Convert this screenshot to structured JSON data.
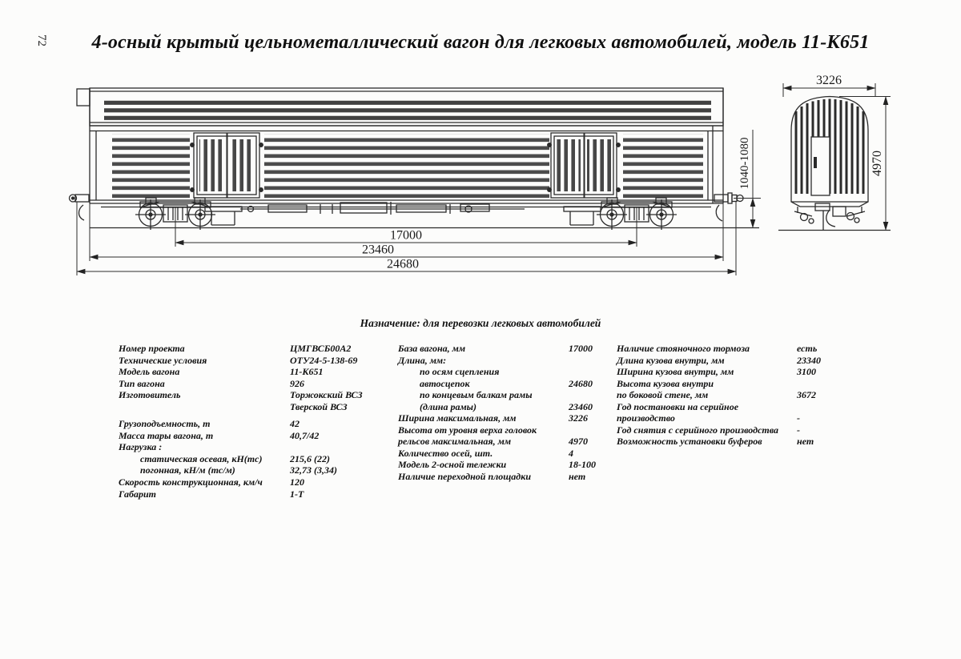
{
  "page": {
    "number": "72"
  },
  "header": {
    "title": "4-осный крытый цельнометаллический вагон для легковых автомобилей, модель 11-К651"
  },
  "purpose": "Назначение: для перевозки легковых автомобилей",
  "drawing": {
    "dimensions": {
      "bogie_base_mm": "17000",
      "frame_length_mm": "23460",
      "length_over_couplers_mm": "24680",
      "coupler_axis_height_mm": "1040-1080",
      "max_width_mm": "3226",
      "max_height_mm": "4970"
    }
  },
  "specs": {
    "col1": [
      {
        "label": "Номер проекта",
        "value": "ЦМГВСБ00А2"
      },
      {
        "label": "Технические условия",
        "value": "ОТУ24-5-138-69"
      },
      {
        "label": "Модель вагона",
        "value": "11-К651"
      },
      {
        "label": "Тип вагона",
        "value": "926"
      },
      {
        "label": "Изготовитель",
        "value": "Торжокский ВСЗ"
      },
      {
        "label": "",
        "value": "Тверской ВСЗ"
      },
      {
        "label": "Грузоподъемность, т",
        "value": "42"
      },
      {
        "label": "Масса тары вагона, т",
        "value": "40,7/42"
      },
      {
        "label": "Нагрузка :",
        "value": ""
      },
      {
        "label": "статическая осевая, кН(тс)",
        "value": "215,6 (22)"
      },
      {
        "label": "погонная, кН/м (тс/м)",
        "value": "32,73 (3,34)"
      },
      {
        "label": "Скорость конструкционная, км/ч",
        "value": "120"
      },
      {
        "label": "Габарит",
        "value": "1-Т"
      }
    ],
    "col2": [
      {
        "label": "База вагона, мм",
        "value": "17000"
      },
      {
        "label": "Длина, мм:",
        "value": ""
      },
      {
        "label": "по осям сцепления",
        "value": ""
      },
      {
        "label": "автосцепок",
        "value": "24680"
      },
      {
        "label": "по концевым балкам рамы",
        "value": ""
      },
      {
        "label": "(длина рамы)",
        "value": "23460"
      },
      {
        "label": "Ширина максимальная, мм",
        "value": "3226"
      },
      {
        "label": "Высота от уровня верха головок",
        "value": ""
      },
      {
        "label": "рельсов максимальная, мм",
        "value": "4970"
      },
      {
        "label": "Количество осей, шт.",
        "value": "4"
      },
      {
        "label": "Модель 2-осной тележки",
        "value": "18-100"
      },
      {
        "label": "Наличие переходной площадки",
        "value": "нет"
      }
    ],
    "col3": [
      {
        "label": "Наличие стояночного тормоза",
        "value": "есть"
      },
      {
        "label": "Длина кузова внутри, мм",
        "value": "23340"
      },
      {
        "label": "Ширина кузова внутри, мм",
        "value": "3100"
      },
      {
        "label": "Высота кузова внутри",
        "value": ""
      },
      {
        "label": "по боковой стене, мм",
        "value": "3672"
      },
      {
        "label": "Год постановки на серийное",
        "value": ""
      },
      {
        "label": "производство",
        "value": "-"
      },
      {
        "label": "Год снятия с серийного производства",
        "value": "-"
      },
      {
        "label": "Возможность установки буферов",
        "value": "нет"
      }
    ]
  }
}
